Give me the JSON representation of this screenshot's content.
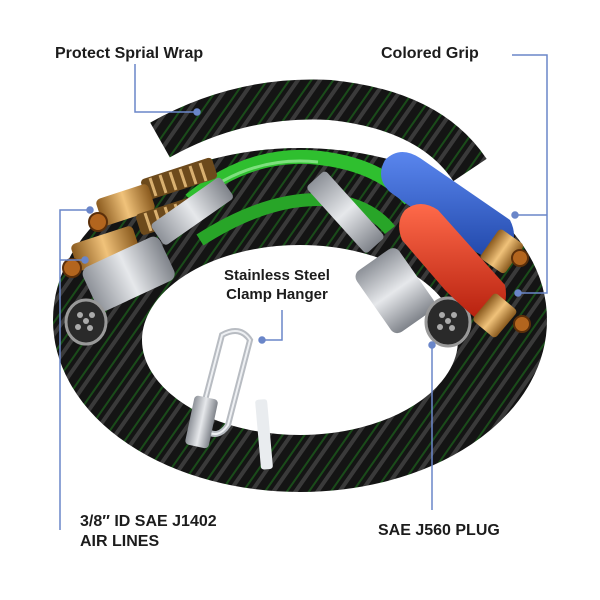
{
  "labels": {
    "spiral_wrap": "Protect Sprial Wrap",
    "colored_grip": "Colored Grip",
    "clamp_line1": "Stainless Steel",
    "clamp_line2": "Clamp Hanger",
    "air_line1": "3/8″ ID SAE J1402",
    "air_line2": "AIR LINES",
    "plug": "SAE J560 PLUG"
  },
  "colors": {
    "leader_line": "#6a86c9",
    "hose_black": "#151515",
    "hose_green": "#2fbf2f",
    "grip_blue": "#2f5fd0",
    "grip_red": "#e0351f",
    "brass": "#c88a3a",
    "steel": "#b8bcc2"
  },
  "icons": [
    "spiral-wrap-coil",
    "green-air-hose",
    "blue-grip",
    "red-grip",
    "brass-fitting",
    "steel-plug",
    "carabiner-clamp"
  ]
}
